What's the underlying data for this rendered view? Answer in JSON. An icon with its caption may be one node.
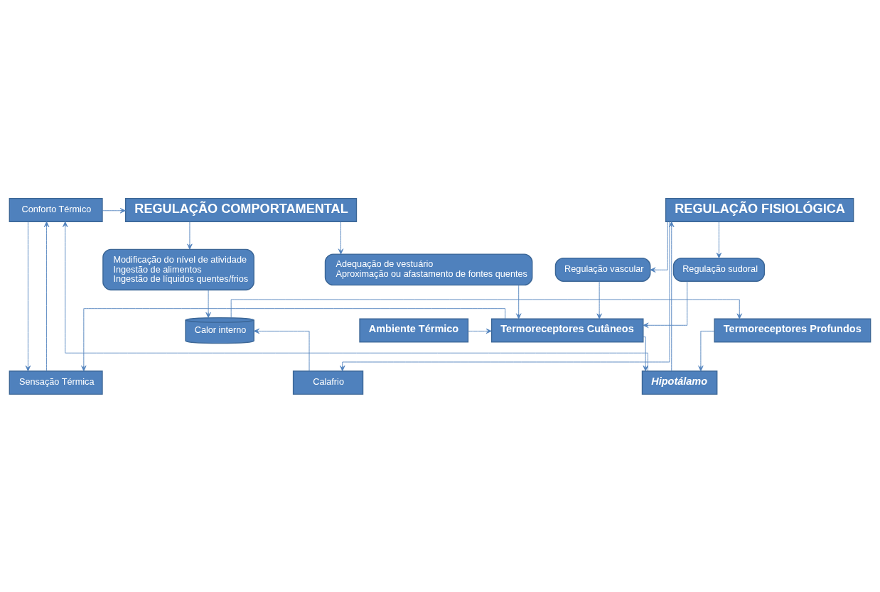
{
  "diagram": {
    "nodes": [
      {
        "text": [
          "REGULAÇÃO COMPORTAMENTAL"
        ]
      },
      {
        "text": [
          "Conforto Térmico"
        ]
      },
      {
        "text": [
          "REGULAÇÃO FISIOLÓGICA"
        ]
      },
      {
        "text": [
          "Sensação Térmica"
        ]
      },
      {
        "text": [
          "Hipotálamo"
        ]
      },
      {
        "text": [
          "Calafrio"
        ]
      },
      {
        "text": [
          "Adequação de vestuário",
          "Aproximação ou afastamento de fontes quentes"
        ]
      },
      {
        "text": [
          "Ambiente Térmico"
        ]
      },
      {
        "text": [
          "Termoreceptores Cutâneos"
        ]
      },
      {
        "text": [
          "Termoreceptores Profundos"
        ]
      },
      {
        "text": [
          "Calor interno"
        ]
      },
      {
        "text": [
          "Regulação vascular"
        ]
      },
      {
        "text": [
          "Regulação sudoral"
        ]
      },
      {
        "text": [
          "Modificação do nível de atividade",
          "Ingestão de alimentos",
          "Ingestão de líquidos quentes/frios"
        ]
      }
    ],
    "edges": [
      {
        "from": 1,
        "to": 0,
        "arrow": "to"
      },
      {
        "from": 3,
        "to": 1,
        "arrow": "to"
      },
      {
        "from": 1,
        "to": 3,
        "arrow": "to"
      },
      {
        "from": 4,
        "to": 1,
        "arrow": "to"
      },
      {
        "from": 4,
        "to": 2,
        "arrow": "to"
      },
      {
        "from": 8,
        "to": 3,
        "arrow": "to"
      },
      {
        "from": 8,
        "to": 4,
        "arrow": "to"
      },
      {
        "from": 9,
        "to": 4,
        "arrow": "to"
      },
      {
        "from": 2,
        "to": 5,
        "arrow": "to"
      },
      {
        "from": 5,
        "to": 10,
        "arrow": "to"
      },
      {
        "from": 10,
        "to": 9,
        "arrow": "to"
      },
      {
        "from": 0,
        "to": 6,
        "arrow": "to"
      },
      {
        "from": 0,
        "to": 13,
        "arrow": "to"
      },
      {
        "from": 6,
        "to": 8,
        "arrow": "to"
      },
      {
        "from": 7,
        "to": 8,
        "arrow": "to"
      },
      {
        "from": 2,
        "to": 11,
        "arrow": "to"
      },
      {
        "from": 11,
        "to": 8,
        "arrow": "to"
      },
      {
        "from": 2,
        "to": 12,
        "arrow": "to"
      },
      {
        "from": 12,
        "to": 8,
        "arrow": "to"
      },
      {
        "from": 13,
        "to": 10,
        "arrow": "to"
      }
    ]
  }
}
